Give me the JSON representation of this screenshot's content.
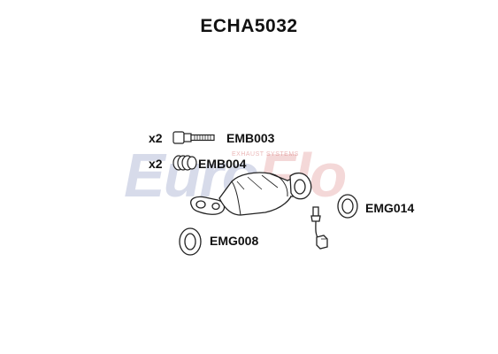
{
  "title": "ECHA5032",
  "watermark": {
    "euro": "Euro",
    "flo": "Flo",
    "tagline": "EXHAUST SYSTEMS"
  },
  "parts": [
    {
      "code": "EMB003",
      "qty": "x2"
    },
    {
      "code": "EMB004",
      "qty": "x2"
    },
    {
      "code": "EMG014",
      "qty": ""
    },
    {
      "code": "EMG008",
      "qty": ""
    }
  ],
  "colors": {
    "outline": "#222222",
    "fill": "#ffffff",
    "shade": "#cfcfcf",
    "watermark_blue": "#2a3f8f",
    "watermark_red": "#c63030"
  }
}
